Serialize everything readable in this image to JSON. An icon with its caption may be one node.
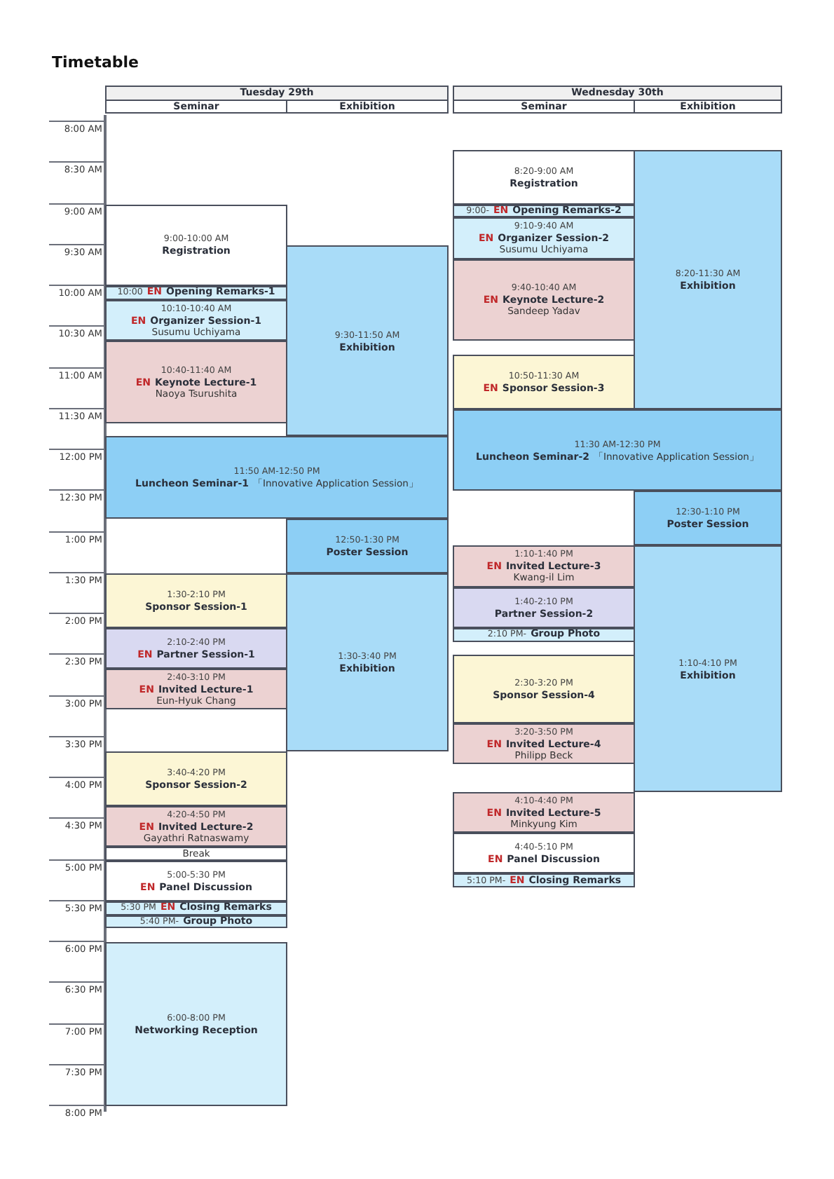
{
  "diagram": {
    "title": "Timetable",
    "nodes": [
      {
        "text": [
          "9:00-10:00 AM",
          "Registration"
        ]
      },
      {
        "text": [
          "9:30-11:50 AM",
          "Exhibition"
        ]
      },
      {
        "text": [
          "10:00",
          "EN",
          "Opening Remarks-1"
        ]
      },
      {
        "text": [
          "10:10-10:40 AM",
          "EN",
          "Organizer Session-1",
          "Susumu Uchiyama"
        ]
      },
      {
        "text": [
          "10:40-11:40 AM",
          "EN",
          "Keynote Lecture-1",
          "Naoya Tsurushita"
        ]
      },
      {
        "text": [
          "11:50 AM-12:50 PM",
          "Luncheon Seminar-1",
          "「Innovative Application Session」"
        ]
      },
      {
        "text": [
          "12:50-1:30 PM",
          "Poster Session"
        ]
      },
      {
        "text": [
          "1:30-2:10 PM",
          "Sponsor Session-1"
        ]
      },
      {
        "text": [
          "1:30-3:40 PM",
          "Exhibition"
        ]
      },
      {
        "text": [
          "2:10-2:40 PM",
          "EN",
          "Partner Session-1"
        ]
      },
      {
        "text": [
          "2:40-3:10 PM",
          "EN",
          "Invited Lecture-1",
          "Eun-Hyuk Chang"
        ]
      },
      {
        "text": [
          "3:40-4:20 PM",
          "Sponsor Session-2"
        ]
      },
      {
        "text": [
          "4:20-4:50 PM",
          "EN",
          "Invited Lecture-2",
          "Gayathri Ratnaswamy"
        ]
      },
      {
        "text": [
          "Break"
        ]
      },
      {
        "text": [
          "5:00-5:30 PM",
          "EN",
          "Panel Discussion"
        ]
      },
      {
        "text": [
          "5:30 PM",
          "EN",
          "Closing Remarks"
        ]
      },
      {
        "text": [
          "5:40 PM-",
          "Group Photo"
        ]
      },
      {
        "text": [
          "6:00-8:00 PM",
          "Networking Reception"
        ]
      },
      {
        "text": [
          "8:20-9:00 AM",
          "Registration"
        ]
      },
      {
        "text": [
          "8:20-11:30 AM",
          "Exhibition"
        ]
      },
      {
        "text": [
          "9:00-",
          "EN",
          "Opening Remarks-2"
        ]
      },
      {
        "text": [
          "9:10-9:40 AM",
          "EN",
          "Organizer Session-2",
          "Susumu Uchiyama"
        ]
      },
      {
        "text": [
          "9:40-10:40 AM",
          "EN",
          "Keynote Lecture-2",
          "Sandeep Yadav"
        ]
      },
      {
        "text": [
          "10:50-11:30 AM",
          "EN",
          "Sponsor Session-3"
        ]
      },
      {
        "text": [
          "11:30 AM-12:30 PM",
          "Luncheon Seminar-2",
          "「Innovative Application Session」"
        ]
      },
      {
        "text": [
          "12:30-1:10 PM",
          "Poster Session"
        ]
      },
      {
        "text": [
          "1:10-1:40 PM",
          "EN",
          "Invited Lecture-3",
          "Kwang-il Lim"
        ]
      },
      {
        "text": [
          "1:10-4:10 PM",
          "Exhibition"
        ]
      },
      {
        "text": [
          "1:40-2:10 PM",
          "Partner Session-2"
        ]
      },
      {
        "text": [
          "2:10 PM-",
          "Group Photo"
        ]
      },
      {
        "text": [
          "2:30-3:20 PM",
          "Sponsor Session-4"
        ]
      },
      {
        "text": [
          "3:20-3:50 PM",
          "EN",
          "Invited Lecture-4",
          "Philipp Beck"
        ]
      },
      {
        "text": [
          "4:10-4:40 PM",
          "EN",
          "Invited Lecture-5",
          "Minkyung Kim"
        ]
      },
      {
        "text": [
          "4:40-5:10 PM",
          "EN",
          "Panel Discussion"
        ]
      },
      {
        "text": [
          "5:10 PM-",
          "EN",
          "Closing Remarks"
        ]
      }
    ],
    "labels": [
      "Tuesday 29th",
      "Seminar",
      "Exhibition",
      "Wednesday 30th",
      "Seminar",
      "Exhibition",
      "8:00 AM",
      "8:30 AM",
      "9:00 AM",
      "9:30 AM",
      "10:00 AM",
      "10:30 AM",
      "11:00 AM",
      "11:30 AM",
      "12:00 PM",
      "12:30 PM",
      "1:00 PM",
      "1:30 PM",
      "2:00 PM",
      "2:30 PM",
      "3:00 PM",
      "3:30 PM",
      "4:00 PM",
      "4:30 PM",
      "5:00 PM",
      "5:30 PM",
      "6:00 PM",
      "6:30 PM",
      "7:00 PM",
      "7:30 PM",
      "8:00 PM"
    ]
  }
}
